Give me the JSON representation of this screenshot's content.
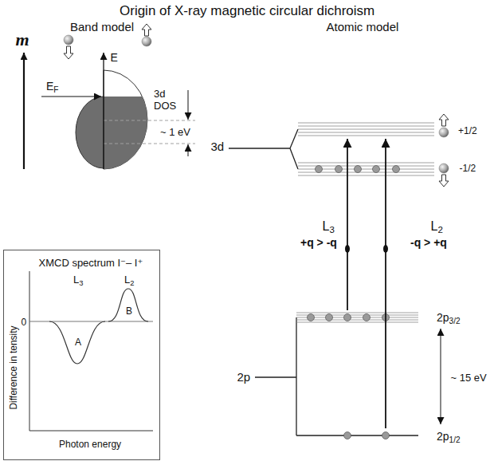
{
  "diagram": {
    "title": "Origin of X-ray magnetic circular dichroism",
    "nodes": [
      {
        "text": [
          "+1/2"
        ]
      },
      {
        "text": [
          "-1/2"
        ]
      },
      {
        "text": [
          "2p3/2"
        ]
      },
      {
        "text": [
          "2p1/2"
        ]
      },
      {
        "text": [
          "XMCD spectrum I⁻– I⁺",
          "L3",
          "L2",
          "A",
          "B",
          "0",
          "Difference in tensity",
          "Photon energy"
        ]
      }
    ],
    "edges": [
      {
        "from": 2,
        "to": 0,
        "arrow": "to",
        "label": "L3"
      },
      {
        "from": 3,
        "to": 0,
        "arrow": "to",
        "label": "L2"
      }
    ],
    "labels": [
      "Band model",
      "Atomic model",
      "m",
      "E",
      "EF",
      "3d DOS",
      "~ 1 eV",
      "3d",
      "+q > -q",
      "-q > +q",
      "2p",
      "~ 15 eV"
    ]
  }
}
